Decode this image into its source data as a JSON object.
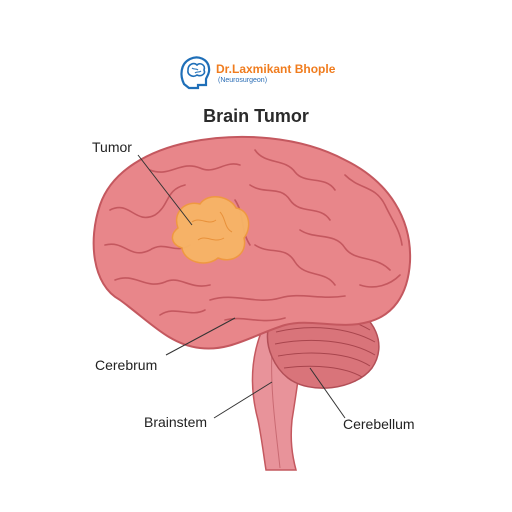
{
  "brand": {
    "name": "Dr.Laxmikant Bhople",
    "subtitle": "(Neurosurgeon)",
    "logo_icon": "brain-head-logo-icon",
    "colors": {
      "name": "#f07c1e",
      "subtitle": "#2a6db5",
      "mark": "#1f6fb8"
    }
  },
  "title": "Brain Tumor",
  "labels": {
    "tumor": "Tumor",
    "cerebrum": "Cerebrum",
    "brainstem": "Brainstem",
    "cerebellum": "Cerebellum"
  },
  "colors": {
    "brain": "#e8868a",
    "brain_dark": "#c4585f",
    "tumor": "#f7b566",
    "cerebellum": "#d9747a",
    "brainstem": "#e8939a"
  }
}
